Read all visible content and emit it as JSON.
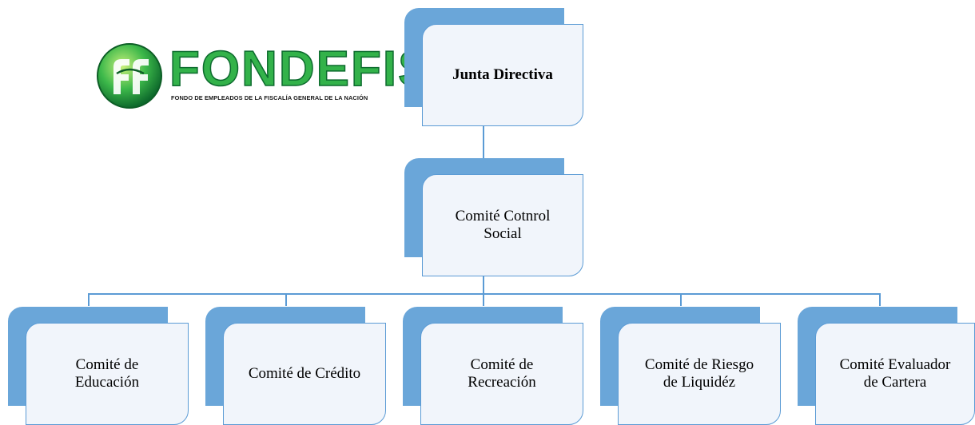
{
  "logo": {
    "wordmark": "FONDEFIS",
    "subtitle": "FONDO DE EMPLEADOS DE LA FISCALÍA GENERAL DE LA NACIÓN",
    "colors": {
      "green": "#33b24a",
      "dark_green": "#0d6b2e"
    }
  },
  "org_chart": {
    "root": {
      "label": "Junta Directiva"
    },
    "level2": {
      "label": "Comité Cotnrol\nSocial"
    },
    "committees": [
      {
        "label": "Comité de\nEducación"
      },
      {
        "label": "Comité de Crédito"
      },
      {
        "label": "Comité de\nRecreación"
      },
      {
        "label": "Comité de Riesgo\nde Liquidéz"
      },
      {
        "label": "Comité Evaluador\nde Cartera"
      }
    ]
  },
  "colors": {
    "box_back": "#6aa6d9",
    "box_front": "#f1f5fb",
    "border": "#5b9bd5"
  }
}
